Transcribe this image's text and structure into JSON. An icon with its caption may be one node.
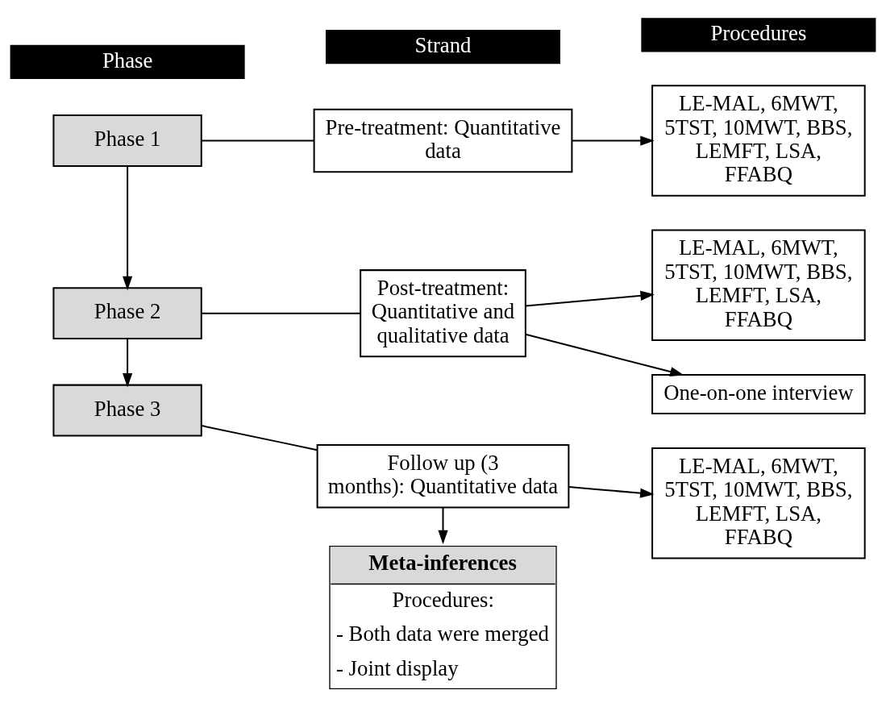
{
  "diagram": {
    "nodes": [
      {
        "text": [
          "Phase"
        ]
      },
      {
        "text": [
          "Strand"
        ]
      },
      {
        "text": [
          "Procedures"
        ]
      },
      {
        "text": [
          "Phase 1"
        ]
      },
      {
        "text": [
          "Pre-treatment: Quantitative data"
        ]
      },
      {
        "text": [
          "LE-MAL, 6MWT, 5TST, 10MWT, BBS, LEMFT, LSA, FFABQ"
        ]
      },
      {
        "text": [
          "Phase 2"
        ]
      },
      {
        "text": [
          "Post-treatment: Quantitative and qualitative data"
        ]
      },
      {
        "text": [
          "LE-MAL, 6MWT, 5TST, 10MWT, BBS, LEMFT, LSA, FFABQ"
        ]
      },
      {
        "text": [
          "One-on-one interview"
        ]
      },
      {
        "text": [
          "Phase 3"
        ]
      },
      {
        "text": [
          "Follow up (3 months): Quantitative data"
        ]
      },
      {
        "text": [
          "LE-MAL, 6MWT, 5TST, 10MWT, BBS, LEMFT, LSA, FFABQ"
        ]
      },
      {
        "text": [
          "Meta-inferences",
          "Procedures:",
          "- Both data were merged",
          "- Joint display"
        ]
      }
    ],
    "edges": [
      {
        "from": 3,
        "to": 4,
        "arrow": "none"
      },
      {
        "from": 4,
        "to": 5,
        "arrow": "to"
      },
      {
        "from": 3,
        "to": 6,
        "arrow": "to"
      },
      {
        "from": 6,
        "to": 7,
        "arrow": "none"
      },
      {
        "from": 7,
        "to": 8,
        "arrow": "to"
      },
      {
        "from": 7,
        "to": 9,
        "arrow": "to"
      },
      {
        "from": 6,
        "to": 10,
        "arrow": "to"
      },
      {
        "from": 10,
        "to": 11,
        "arrow": "none"
      },
      {
        "from": 11,
        "to": 12,
        "arrow": "to"
      },
      {
        "from": 11,
        "to": 13,
        "arrow": "to"
      }
    ]
  }
}
